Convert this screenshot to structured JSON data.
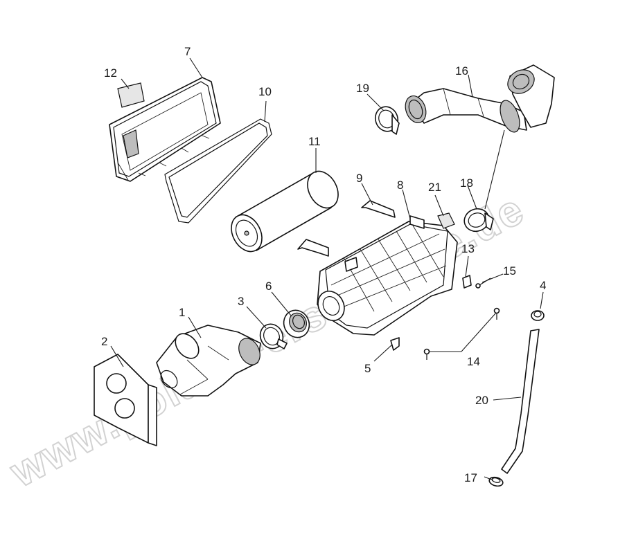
{
  "watermark": "www.polaris-ersatzteile.de",
  "callouts": [
    {
      "id": "1",
      "label": "1"
    },
    {
      "id": "2",
      "label": "2"
    },
    {
      "id": "3",
      "label": "3"
    },
    {
      "id": "4",
      "label": "4"
    },
    {
      "id": "5",
      "label": "5"
    },
    {
      "id": "6",
      "label": "6"
    },
    {
      "id": "7",
      "label": "7"
    },
    {
      "id": "8",
      "label": "8"
    },
    {
      "id": "9",
      "label": "9"
    },
    {
      "id": "10",
      "label": "10"
    },
    {
      "id": "11",
      "label": "11"
    },
    {
      "id": "12",
      "label": "12"
    },
    {
      "id": "13",
      "label": "13"
    },
    {
      "id": "14",
      "label": "14"
    },
    {
      "id": "15",
      "label": "15"
    },
    {
      "id": "16",
      "label": "16"
    },
    {
      "id": "17",
      "label": "17"
    },
    {
      "id": "18",
      "label": "18"
    },
    {
      "id": "19",
      "label": "19"
    },
    {
      "id": "20",
      "label": "20"
    },
    {
      "id": "21",
      "label": "21"
    }
  ]
}
